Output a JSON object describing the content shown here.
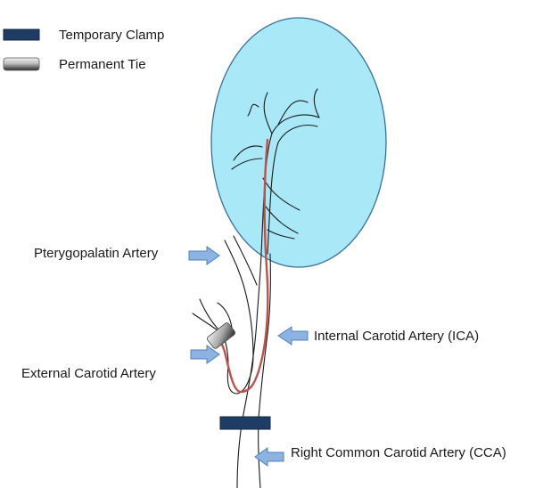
{
  "legend": {
    "temporary_clamp": "Temporary Clamp",
    "permanent_tie": "Permanent Tie"
  },
  "labels": {
    "pterygopalatin": "Pterygopalatin Artery",
    "internal_carotid": "Internal Carotid Artery (ICA)",
    "external_carotid": "External Carotid Artery",
    "common_carotid": "Right Common Carotid Artery (CCA)"
  },
  "colors": {
    "brain": "#a9e8f7",
    "brain_stroke": "#3a6f9a",
    "clamp": "#1f3d64",
    "catheter": "#c0504d",
    "arrow_fill": "#8db3e2",
    "arrow_stroke": "#4f81bd",
    "vessel": "#1a1a1a"
  }
}
